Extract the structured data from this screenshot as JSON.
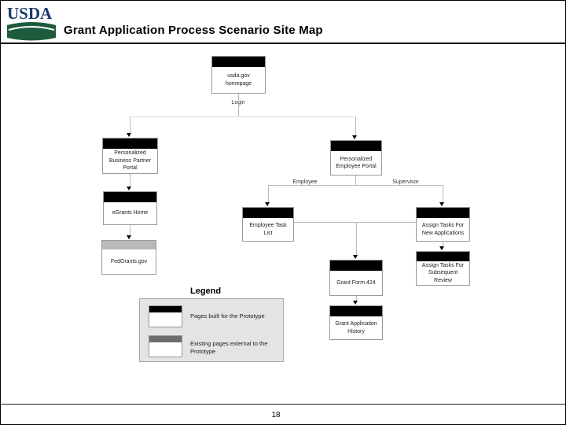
{
  "header": {
    "title": "Grant Application Process Scenario Site Map",
    "logo_text": "USDA",
    "logo_colors": {
      "wordmark": "#1b3a6b",
      "swoosh": "#1e5b3e"
    }
  },
  "diagram": {
    "boxes": [
      {
        "id": "usda-gov-homepage",
        "label": "usda.gov homepage",
        "header_style": "black"
      },
      {
        "id": "personalized-business-partner-portal",
        "label": "Personalized Business Partner Portal",
        "header_style": "black"
      },
      {
        "id": "egrants-home",
        "label": "eGrants Home",
        "header_style": "black"
      },
      {
        "id": "fedgrants-gov",
        "label": "FedGrants.gov",
        "header_style": "gray"
      },
      {
        "id": "personalized-employee-portal",
        "label": "Personalized Employee Portal",
        "header_style": "black"
      },
      {
        "id": "employee-task-list",
        "label": "Employee Task List",
        "header_style": "black"
      },
      {
        "id": "assign-tasks-for-new-applications",
        "label": "Assign Tasks For New Applications",
        "header_style": "black"
      },
      {
        "id": "assign-tasks-for-subsequent-review",
        "label": "Assign Tasks For Subsequent Review",
        "header_style": "black"
      },
      {
        "id": "grant-form-424",
        "label": "Grant Form 424",
        "header_style": "black"
      },
      {
        "id": "grant-application-history",
        "label": "Grant Application History",
        "header_style": "black"
      }
    ],
    "edge_labels": {
      "login": "Login",
      "employee": "Employee",
      "supervisor": "Supervisor"
    },
    "colors": {
      "prototype_header": "#000000",
      "external_header": "#b9b9b9",
      "connector_line": "#b8b8b8"
    }
  },
  "legend": {
    "title": "Legend",
    "items": [
      {
        "label": "Pages built for the Prototype",
        "swatch_color": "#000000"
      },
      {
        "label": "Existing pages external to the Prototype",
        "swatch_color": "#6e6e6e"
      }
    ]
  },
  "footer": {
    "page_number": "18"
  }
}
